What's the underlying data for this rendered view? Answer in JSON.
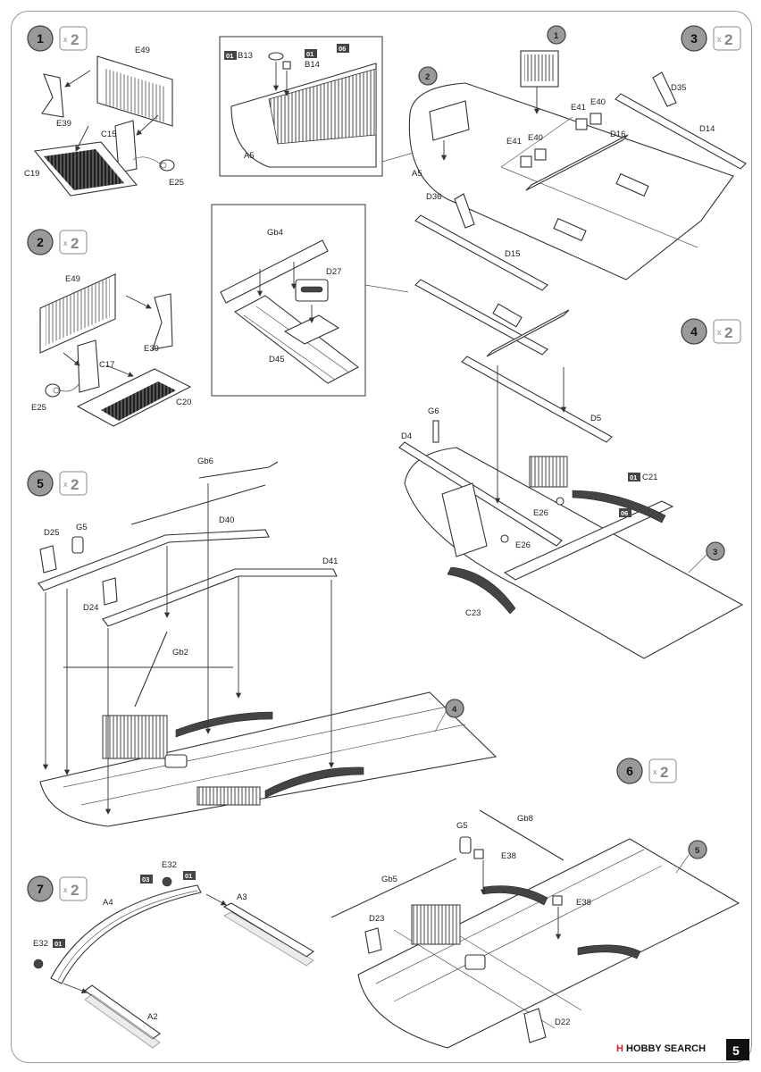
{
  "steps": [
    {
      "number": "1",
      "multiplier": "2"
    },
    {
      "number": "2",
      "multiplier": "2"
    },
    {
      "number": "3",
      "multiplier": "2"
    },
    {
      "number": "4",
      "multiplier": "2"
    },
    {
      "number": "5",
      "multiplier": "2"
    },
    {
      "number": "6",
      "multiplier": "2"
    },
    {
      "number": "7",
      "multiplier": "2"
    }
  ],
  "mult_prefix": "x",
  "callouts": [
    "1",
    "2",
    "3",
    "4",
    "5"
  ],
  "tags": {
    "t01": "01",
    "t06": "06",
    "t03": "03"
  },
  "labels": {
    "E49": "E49",
    "E39": "E39",
    "C15": "C15",
    "C19": "C19",
    "E25": "E25",
    "C17": "C17",
    "C20": "C20",
    "B13": "B13",
    "B14": "B14",
    "A5": "A5",
    "Gb4": "Gb4",
    "D27": "D27",
    "D45": "D45",
    "D35": "D35",
    "D14": "D14",
    "E40": "E40",
    "E41": "E41",
    "D16": "D16",
    "D36": "D36",
    "D15": "D15",
    "G6": "G6",
    "D4": "D4",
    "D5": "D5",
    "C21": "C21",
    "E26": "E26",
    "C23": "C23",
    "Gb6": "Gb6",
    "D40": "D40",
    "D25": "D25",
    "G5": "G5",
    "D41": "D41",
    "D24": "D24",
    "Gb2": "Gb2",
    "Gb8": "Gb8",
    "E38": "E38",
    "Gb5": "Gb5",
    "D23": "D23",
    "D22": "D22",
    "E32": "E32",
    "A4": "A4",
    "A3": "A3",
    "A2": "A2"
  },
  "footer": {
    "brand_mark": "H",
    "brand_text": "HOBBY SEARCH",
    "page_number": "5"
  }
}
